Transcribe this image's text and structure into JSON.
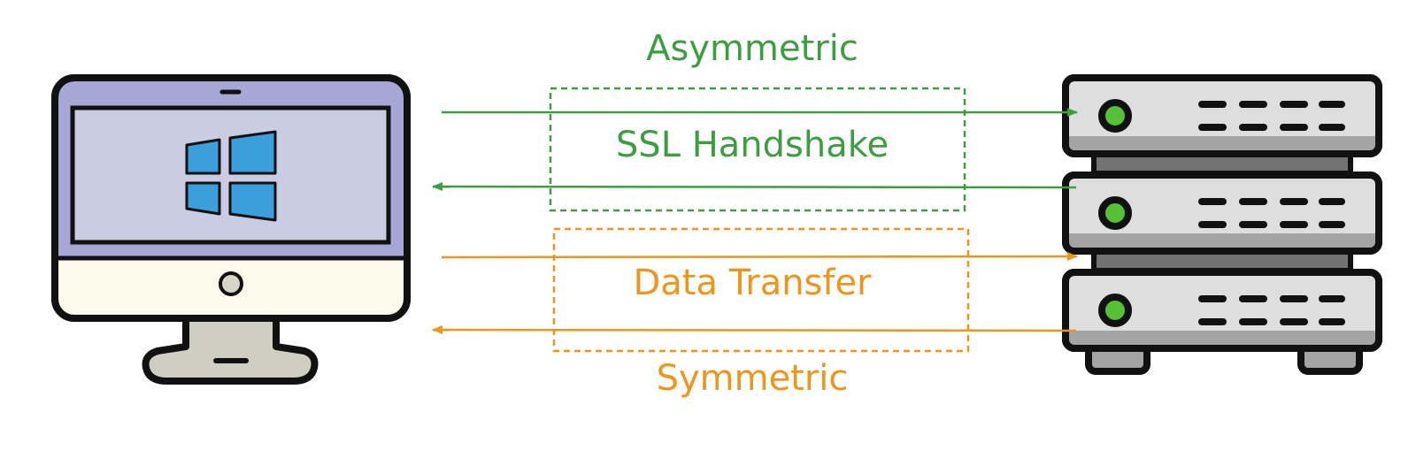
{
  "labels": {
    "asymmetric": "Asymmetric",
    "ssl_handshake": "SSL Handshake",
    "data_transfer": "Data Transfer",
    "symmetric": "Symmetric"
  },
  "colors": {
    "handshake": "#3c9d41",
    "transfer": "#ec961a",
    "outline": "#111111",
    "monitor_bezel": "#a7a7d6",
    "monitor_screen": "#cacce2",
    "monitor_chin": "#fbfbec",
    "stand": "#cfcfc1",
    "windows_logo": "#3a9fda",
    "server_face": "#dedede",
    "server_shadow": "#a4a4a4",
    "led": "#55c134"
  },
  "icons": {
    "client": "desktop-computer-icon",
    "os_logo": "windows-logo-icon",
    "server": "server-rack-icon"
  }
}
